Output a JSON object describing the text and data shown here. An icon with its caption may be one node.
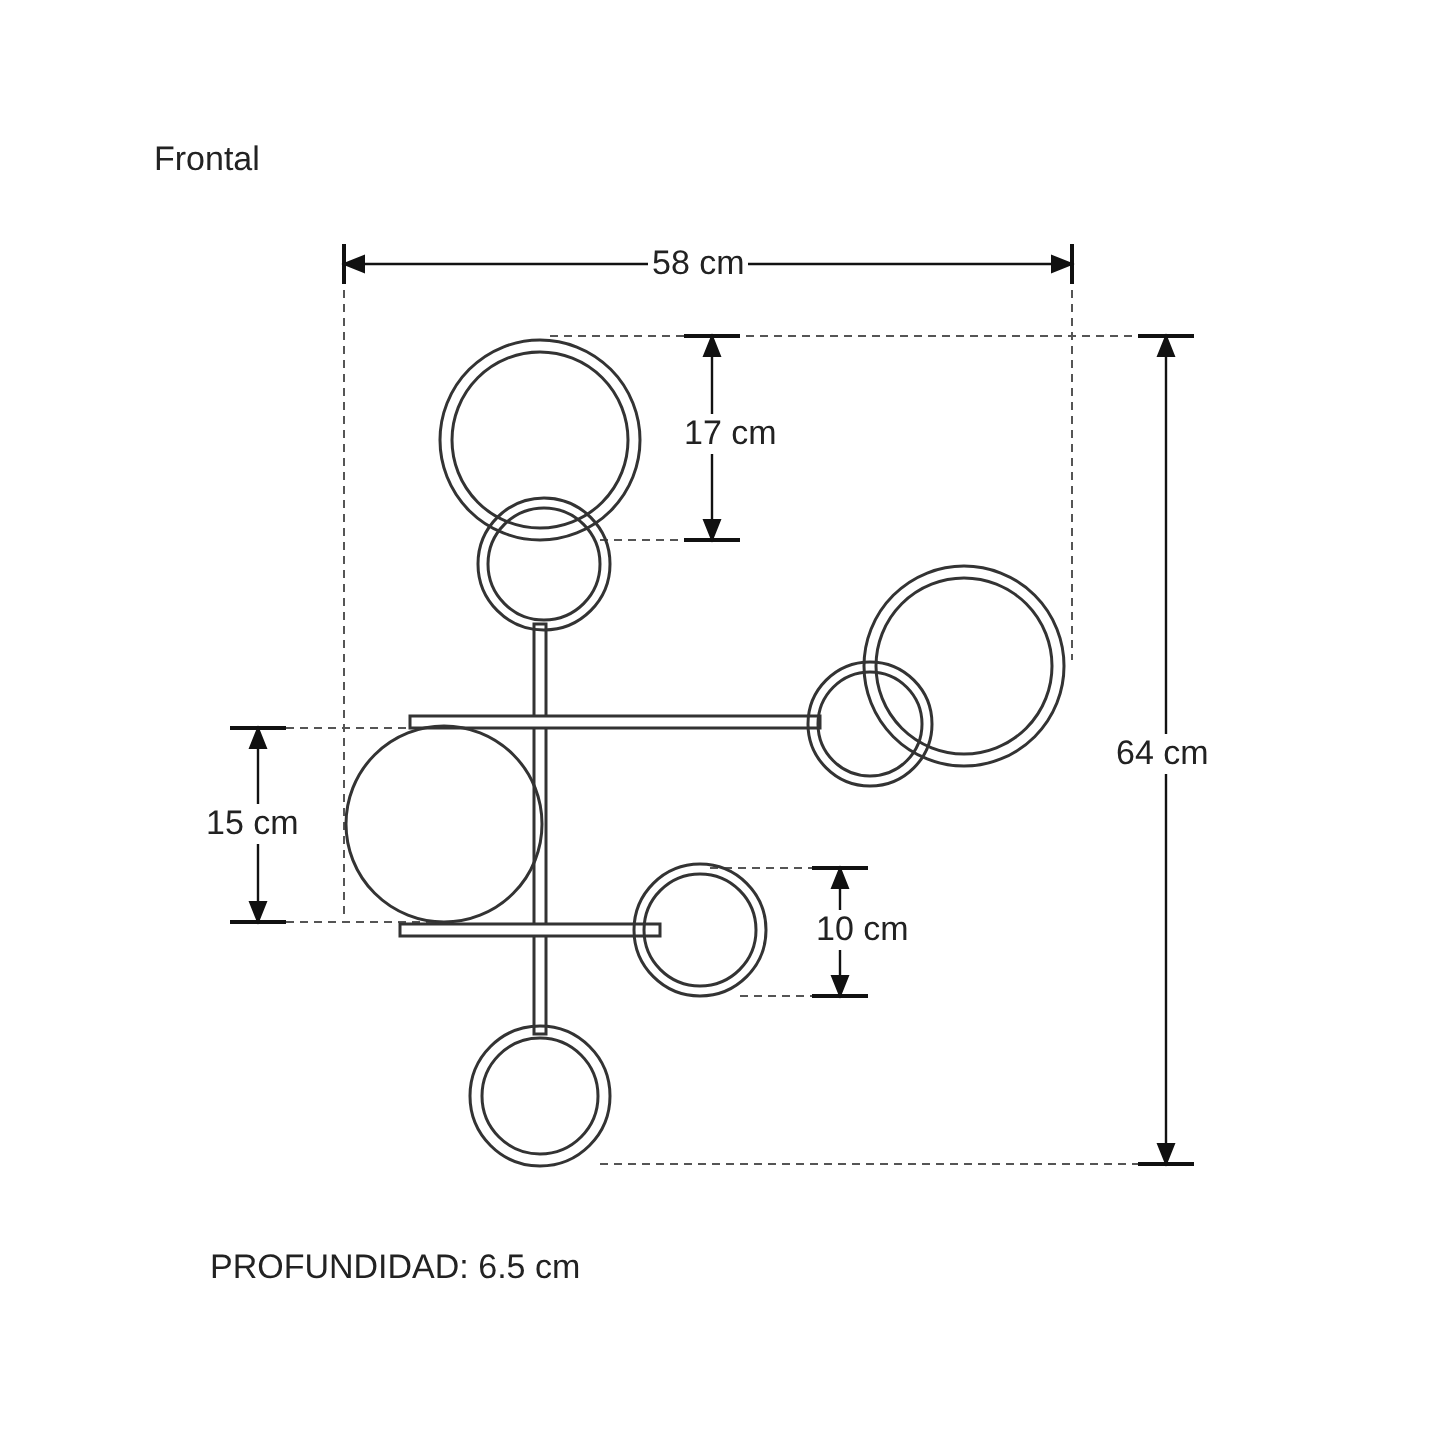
{
  "diagram": {
    "title": "Frontal",
    "labels": [
      "58 cm",
      "17 cm",
      "64 cm",
      "15 cm",
      "10 cm",
      "PROFUNDIDAD: 6.5 cm"
    ]
  }
}
